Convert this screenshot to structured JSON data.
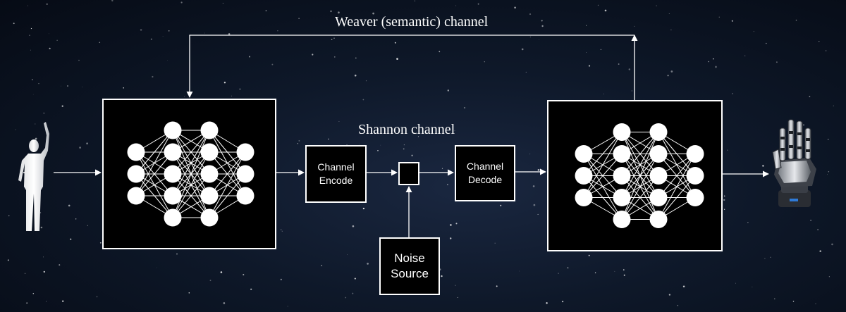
{
  "weaver_label": "Weaver (semantic) channel",
  "shannon_label": "Shannon channel",
  "encode_label": "Channel\nEncode",
  "decode_label": "Channel\nDecode",
  "noise_label": "Noise\nSource",
  "sender_icon": "human-figure-icon",
  "receiver_icon": "robotic-hand-icon",
  "colors": {
    "background": "#0b1220",
    "line": "#ffffff",
    "box_fill": "#000000"
  },
  "network_layers": [
    3,
    5,
    5,
    3
  ]
}
